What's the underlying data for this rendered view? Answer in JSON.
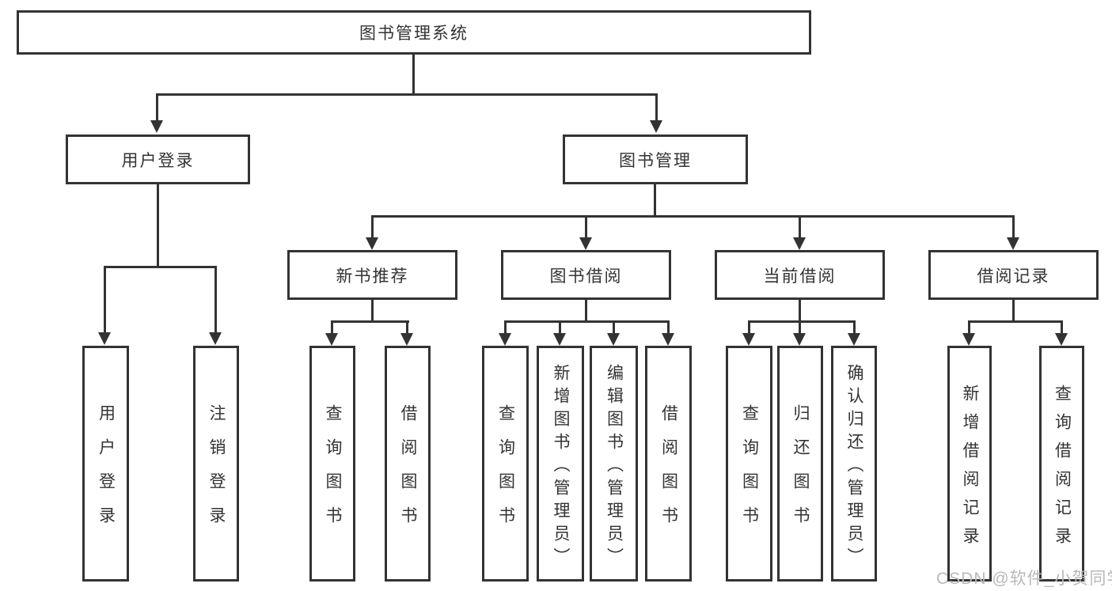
{
  "diagram": {
    "root": {
      "label": "图书管理系统"
    },
    "user_login": {
      "label": "用户登录",
      "children": {
        "login": {
          "label": "用户登录"
        },
        "logout": {
          "label": "注销登录"
        }
      }
    },
    "book_management": {
      "label": "图书管理",
      "children": {
        "new_book_recommend": {
          "label": "新书推荐",
          "children": {
            "query_books": {
              "label": "查询图书"
            },
            "borrow_books": {
              "label": "借阅图书"
            }
          }
        },
        "book_borrowing": {
          "label": "图书借阅",
          "children": {
            "query_books": {
              "label": "查询图书"
            },
            "add_books_admin": {
              "label": "新增图书（管理员）"
            },
            "edit_books_admin": {
              "label": "编辑图书（管理员）"
            },
            "borrow_books": {
              "label": "借阅图书"
            }
          }
        },
        "current_borrowing": {
          "label": "当前借阅",
          "children": {
            "query_books": {
              "label": "查询图书"
            },
            "return_books": {
              "label": "归还图书"
            },
            "confirm_return_admin": {
              "label": "确认归还（管理员）"
            }
          }
        },
        "borrow_records": {
          "label": "借阅记录",
          "children": {
            "add_record": {
              "label": "新增借阅记录"
            },
            "query_record": {
              "label": "查询借阅记录"
            }
          }
        }
      }
    }
  },
  "watermark": "CSDN @软件_小贺同学",
  "colors": {
    "line": "#333333",
    "text": "#333333",
    "background": "#ffffff",
    "watermark": "#b9b9b9"
  }
}
